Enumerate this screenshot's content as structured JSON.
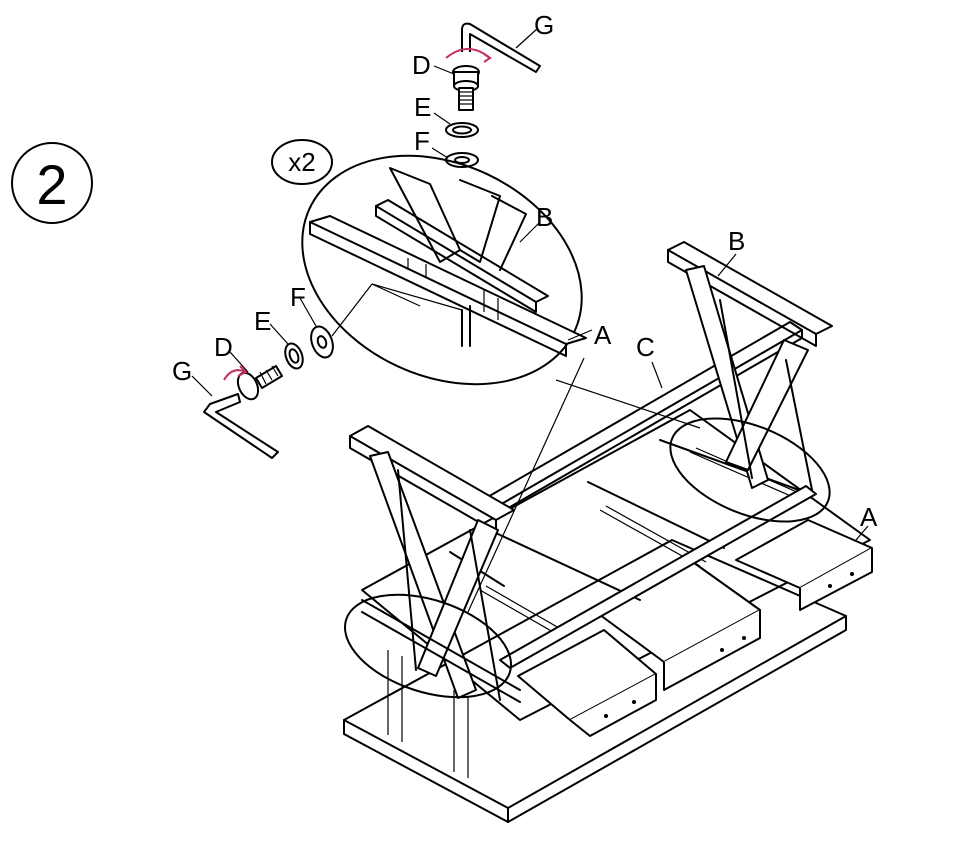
{
  "diagram": {
    "step_number": "2",
    "quantity_label": "x2",
    "part_labels": {
      "top_allen_key": "G",
      "top_bolt": "D",
      "top_lock_washer": "E",
      "top_flat_washer": "F",
      "detail_leg": "B",
      "detail_panel": "A",
      "side_flat_washer": "F",
      "side_lock_washer": "E",
      "side_bolt": "D",
      "side_allen_key": "G",
      "main_leg": "B",
      "stretcher": "C",
      "drawer_frame": "A"
    },
    "colors": {
      "line": "#000000",
      "rotation_arrow": "#c0305a",
      "background": "#ffffff"
    }
  }
}
